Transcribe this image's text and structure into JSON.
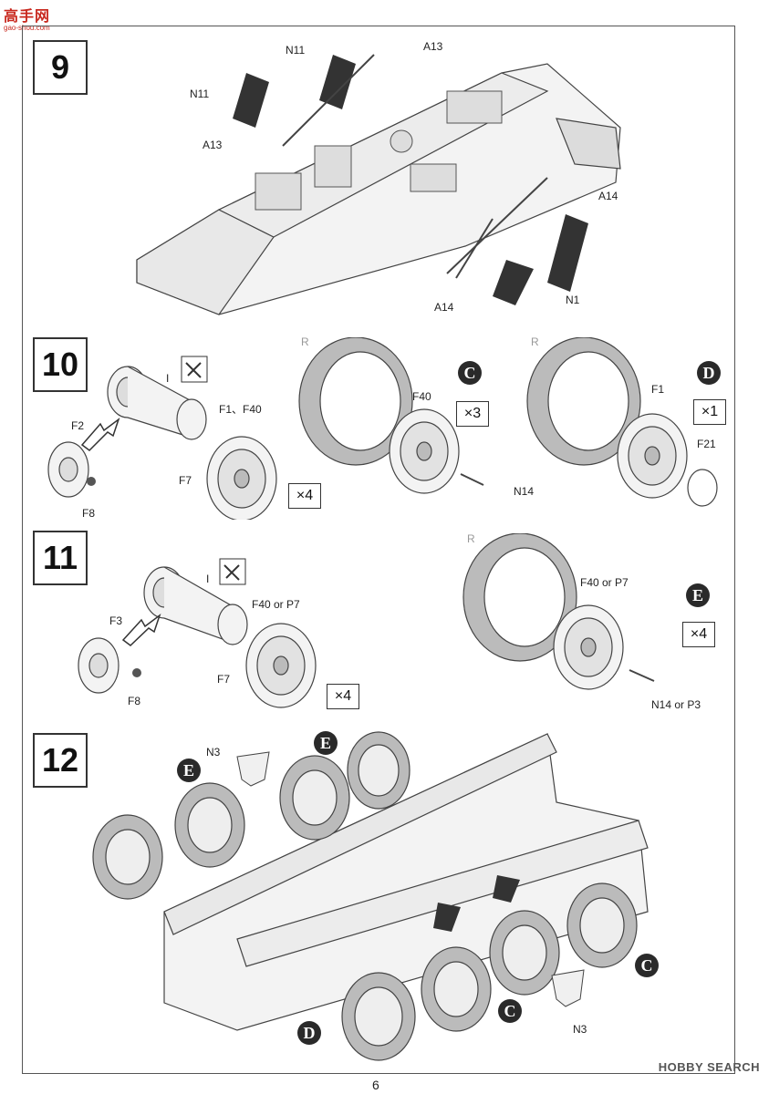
{
  "watermark": {
    "cn": "高手网",
    "url": "gao-shou.com"
  },
  "steps": [
    {
      "number": "9"
    },
    {
      "number": "10"
    },
    {
      "number": "11"
    },
    {
      "number": "12"
    }
  ],
  "step9": {
    "labels": [
      "N11",
      "A13",
      "N11",
      "A13",
      "A14",
      "N1",
      "A14"
    ]
  },
  "step10": {
    "labels": [
      "I",
      "F1、F40",
      "F2",
      "F7",
      "F8",
      "R",
      "F40",
      "N14",
      "R",
      "F1",
      "F21"
    ],
    "qty_main": "×4",
    "sub_c": {
      "letter": "C",
      "qty": "×3"
    },
    "sub_d": {
      "letter": "D",
      "qty": "×1"
    }
  },
  "step11": {
    "labels": [
      "I",
      "F40 or P7",
      "F3",
      "F7",
      "F8",
      "R",
      "F40 or P7",
      "N14 or P3"
    ],
    "qty_main": "×4",
    "sub_e": {
      "letter": "E",
      "qty": "×4"
    }
  },
  "step12": {
    "labels": [
      "N3",
      "N3"
    ],
    "circles": [
      "E",
      "E",
      "C",
      "C",
      "D"
    ]
  },
  "footer": {
    "brand": "HOBBY SEARCH",
    "page": "6"
  }
}
